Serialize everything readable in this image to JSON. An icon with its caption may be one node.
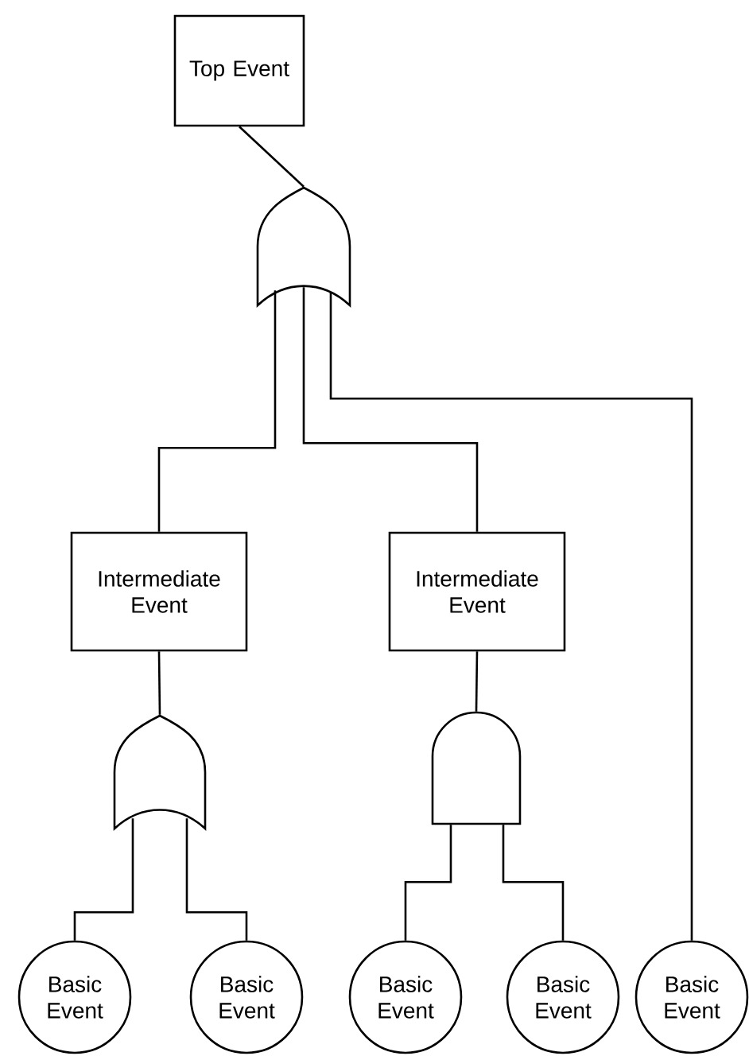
{
  "diagram": {
    "nodes": [
      {
        "text": [
          "Top Event"
        ]
      },
      {
        "text": [],
        "shape": "or-gate"
      },
      {
        "text": [
          "Intermediate Event"
        ]
      },
      {
        "text": [
          "Intermediate Event"
        ]
      },
      {
        "text": [],
        "shape": "or-gate"
      },
      {
        "text": [],
        "shape": "and-gate"
      },
      {
        "text": [
          "Basic Event"
        ]
      },
      {
        "text": [
          "Basic Event"
        ]
      },
      {
        "text": [
          "Basic Event"
        ]
      },
      {
        "text": [
          "Basic Event"
        ]
      },
      {
        "text": [
          "Basic Event"
        ]
      }
    ],
    "edges": [
      {
        "from": 0,
        "to": 1,
        "arrow": "none"
      },
      {
        "from": 1,
        "to": 2,
        "arrow": "none"
      },
      {
        "from": 1,
        "to": 3,
        "arrow": "none"
      },
      {
        "from": 1,
        "to": 10,
        "arrow": "none"
      },
      {
        "from": 2,
        "to": 4,
        "arrow": "none"
      },
      {
        "from": 3,
        "to": 5,
        "arrow": "none"
      },
      {
        "from": 4,
        "to": 6,
        "arrow": "none"
      },
      {
        "from": 4,
        "to": 7,
        "arrow": "none"
      },
      {
        "from": 5,
        "to": 8,
        "arrow": "none"
      },
      {
        "from": 5,
        "to": 9,
        "arrow": "none"
      }
    ]
  }
}
